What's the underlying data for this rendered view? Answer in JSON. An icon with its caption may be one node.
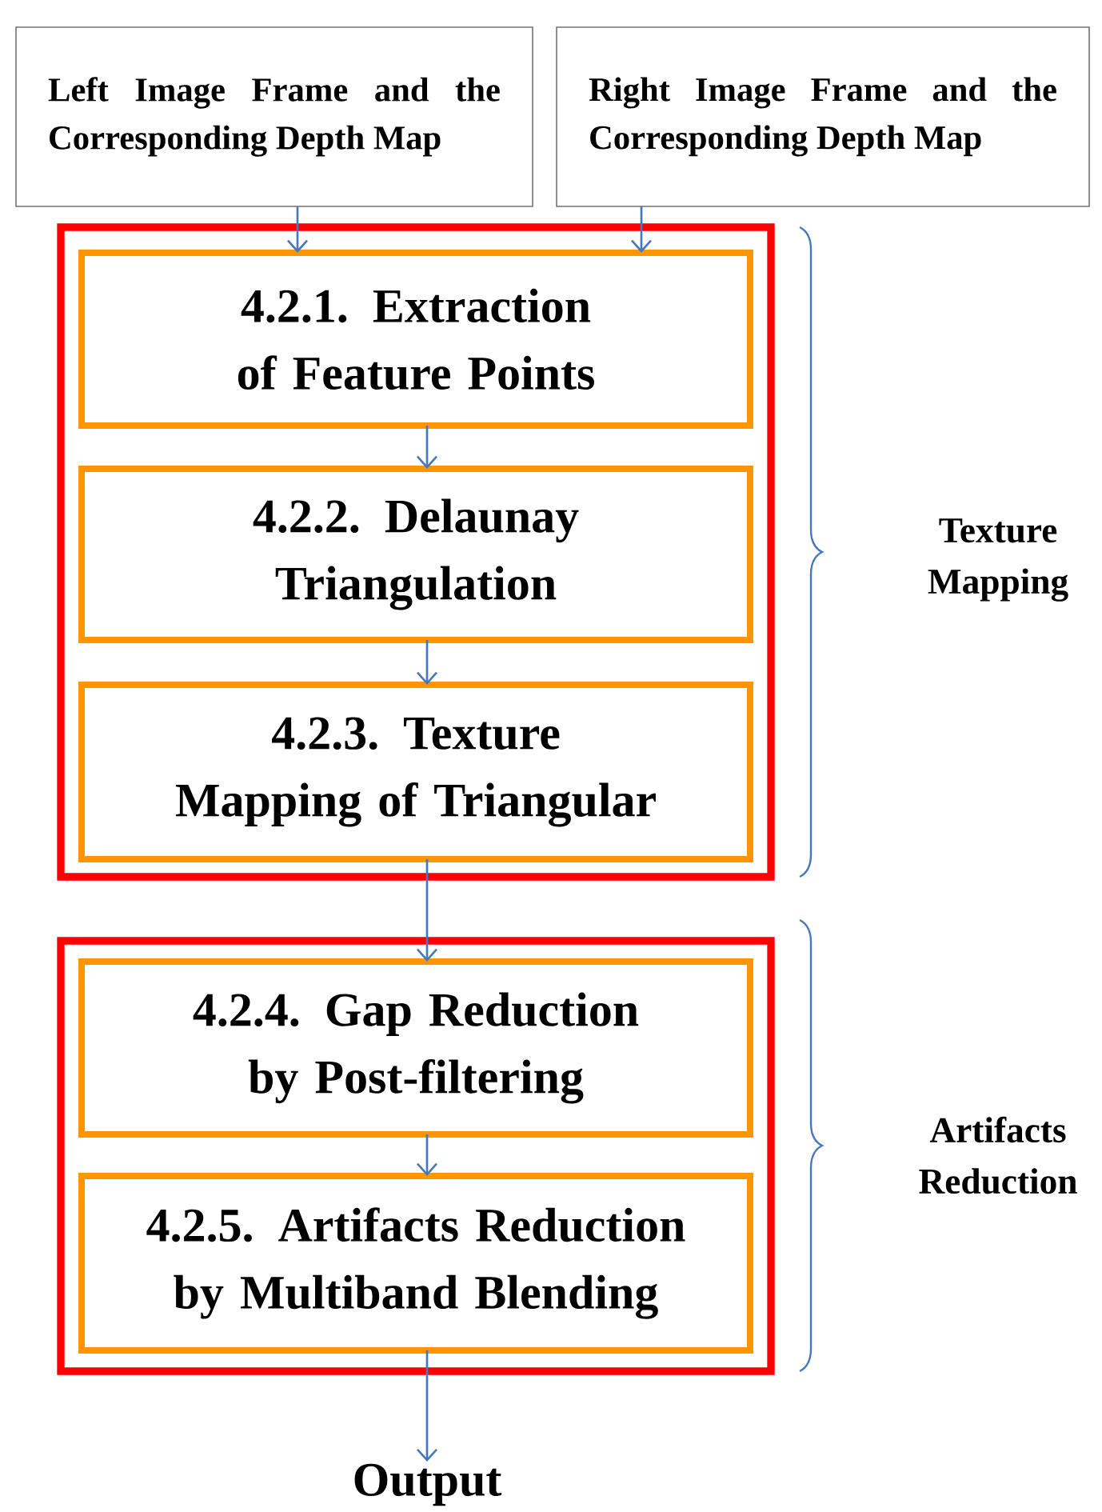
{
  "diagram": {
    "nodes": [
      {
        "text": [
          "Left Image Frame and the Corresponding Depth Map"
        ]
      },
      {
        "text": [
          "Right Image Frame and the Corresponding Depth Map"
        ]
      },
      {
        "text": [],
        "shape": "box"
      },
      {
        "text": [
          "4.2.1. Extraction of Feature Points"
        ],
        "in": 2
      },
      {
        "text": [
          "4.2.2. Delaunay Triangulation"
        ],
        "in": 2
      },
      {
        "text": [
          "4.2.3. Texture Mapping of Triangular"
        ],
        "in": 2
      },
      {
        "text": [],
        "shape": "box"
      },
      {
        "text": [
          "4.2.4. Gap Reduction by Post-filtering"
        ],
        "in": 6
      },
      {
        "text": [
          "4.2.5. Artifacts Reduction by Multiband Blending"
        ],
        "in": 6
      },
      {
        "text": [
          "Output"
        ]
      }
    ],
    "edges": [
      {
        "from": 0,
        "to": 3,
        "arrow": "to"
      },
      {
        "from": 1,
        "to": 3,
        "arrow": "to"
      },
      {
        "from": 3,
        "to": 4,
        "arrow": "to"
      },
      {
        "from": 4,
        "to": 5,
        "arrow": "to"
      },
      {
        "from": 5,
        "to": 7,
        "arrow": "to"
      },
      {
        "from": 7,
        "to": 8,
        "arrow": "to"
      },
      {
        "from": 8,
        "to": 9,
        "arrow": "to"
      }
    ],
    "labels": [
      "Texture Mapping",
      "Artifacts Reduction"
    ]
  }
}
